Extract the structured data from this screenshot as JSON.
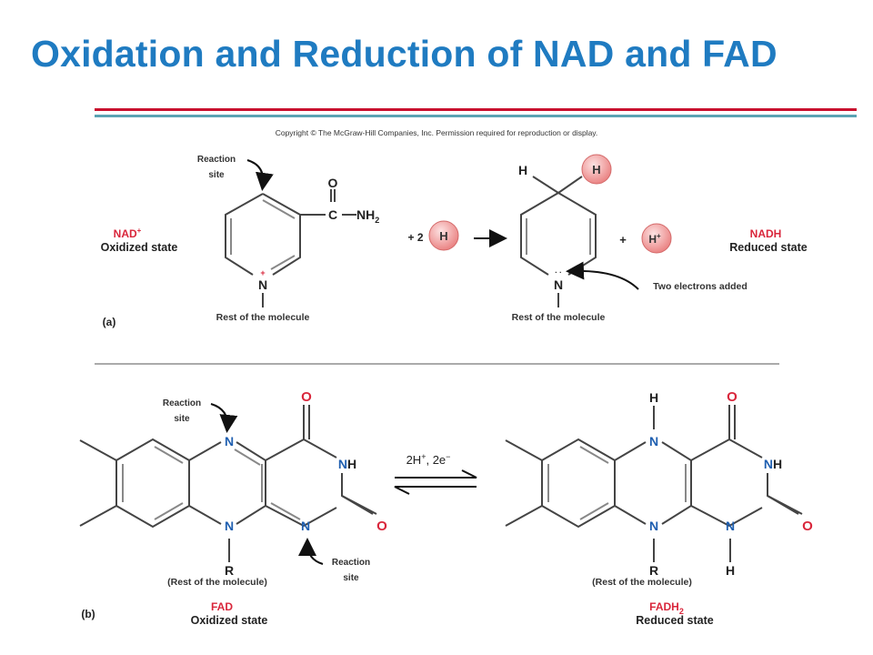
{
  "slide": {
    "title": "Oxidation and Reduction of NAD and FAD",
    "copyright": "Copyright © The McGraw-Hill Companies, Inc. Permission required for reproduction or display."
  },
  "panel_a": {
    "label": "(a)",
    "reaction_site": [
      "Reaction",
      "site"
    ],
    "left_name": "NAD",
    "left_name_sup": "+",
    "left_state": "Oxidized state",
    "right_name": "NADH",
    "right_state": "Reduced state",
    "rest_left": "Rest of the molecule",
    "rest_right": "Rest of the molecule",
    "plus_two": "+ 2",
    "h_atom": "H",
    "plus": "+",
    "h_plus": "H",
    "h_plus_sup": "+",
    "two_electrons": "Two electrons added",
    "atoms": {
      "O": "O",
      "C": "C",
      "NH": "NH",
      "sub2": "2",
      "N": "N",
      "N_charge": "+",
      "H": "H",
      "lone_pair": "· ·"
    }
  },
  "panel_b": {
    "label": "(b)",
    "reaction_site": [
      "Reaction",
      "site"
    ],
    "left_name": "FAD",
    "left_state": "Oxidized state",
    "right_name": "FADH",
    "right_name_sub": "2",
    "right_state": "Reduced state",
    "rest_left": "(Rest of the molecule)",
    "rest_right": "(Rest of the molecule)",
    "arrow_label": "2H",
    "arrow_label_sup": "+",
    "arrow_label_rest": ", 2e",
    "arrow_label_minus": "−",
    "atoms": {
      "O": "O",
      "N": "N",
      "NH": "NH",
      "NHN": "N",
      "H": "H",
      "R": "R"
    }
  },
  "colors": {
    "title": "#1f7bc1",
    "accent_red": "#d9263b",
    "atom_blue": "#1f5fb0",
    "h_ball": "#f2a0a0"
  }
}
